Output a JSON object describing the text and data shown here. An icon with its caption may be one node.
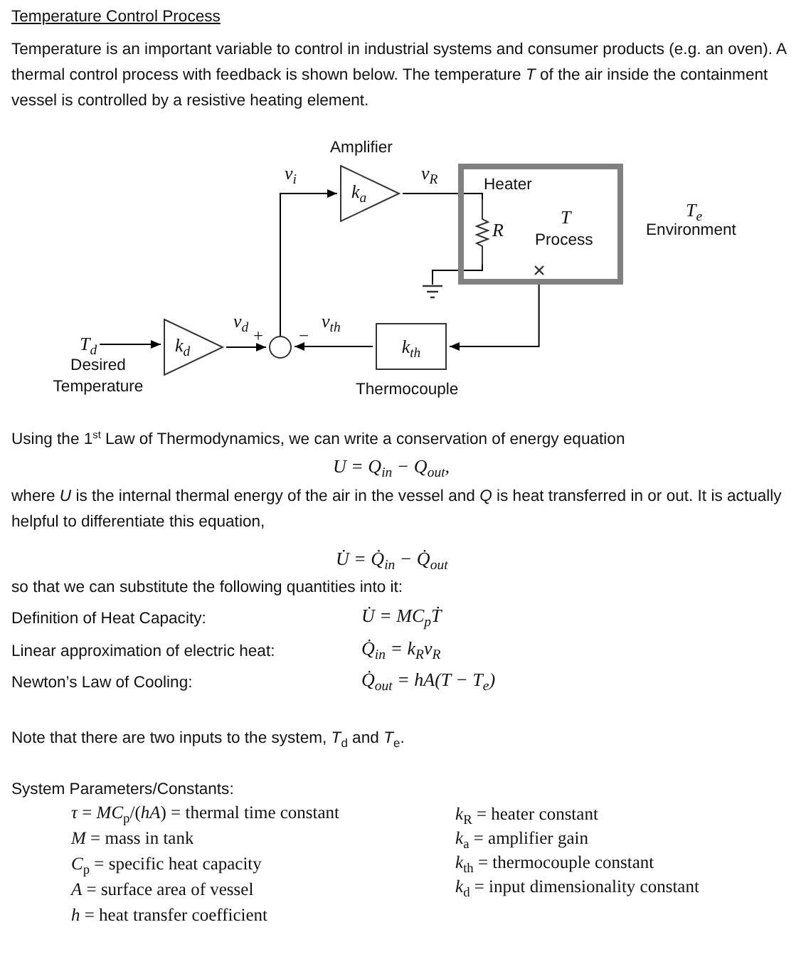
{
  "diagram": {
    "title": "Temperature Control Process",
    "nodes": [
      {
        "text": [
          "T$_{d}$",
          "Desired Temperature"
        ]
      },
      {
        "text": [
          "k$_{d}$"
        ]
      },
      {
        "text": [],
        "shape": "circle"
      },
      {
        "text": [
          "Amplifier",
          "k$_{a}$"
        ]
      },
      {
        "text": [
          "Heater",
          "T",
          "Process"
        ]
      },
      {
        "text": [
          "R"
        ],
        "in": 4
      },
      {
        "text": [],
        "shape": "ground"
      },
      {
        "text": [
          "k$_{th}$",
          "Thermocouple"
        ]
      }
    ],
    "edges": [
      {
        "from": 0,
        "to": 1,
        "arrow": "to"
      },
      {
        "from": 1,
        "to": 2,
        "arrow": "to",
        "label": "v$_{d}$"
      },
      {
        "from": 7,
        "to": 2,
        "arrow": "to",
        "label": "v$_{th}$"
      },
      {
        "from": 2,
        "to": 3,
        "arrow": "to",
        "label": "v$_{i}$"
      },
      {
        "from": 3,
        "to": 5,
        "arrow": "none",
        "label": "v$_{R}$"
      },
      {
        "from": 5,
        "to": 6,
        "arrow": "none"
      },
      {
        "from": 4,
        "to": 7,
        "arrow": "to"
      }
    ],
    "labels": [
      "Temperature is an important variable to control in industrial systems and consumer products (e.g. an oven).  A thermal control process with feedback is shown below.  The temperature *T* of the air inside the containment vessel is controlled by a resistive heating element.",
      "T$_{e}$",
      "Environment",
      "+",
      "−",
      "Using the 1$^{st}$ Law of Thermodynamics, we can write a conservation of energy equation",
      "U = Q$_{in}$ − Q$_{out}$,",
      "where *U* is the internal thermal energy of the air in the vessel and *Q* is heat transferred in or out.  It is actually helpful to differentiate this equation,",
      "U̇ = Q̇$_{in}$ − Q̇$_{out}$",
      "so that we can substitute the following quantities into it:",
      "Definition of Heat Capacity:",
      "U̇ = MC$_{p}$Ṫ",
      "Linear approximation of electric heat:",
      "Q̇$_{in}$ = k$_{R}$v$_{R}$",
      "Newton’s Law of Cooling:",
      "Q̇$_{out}$ = hA(T − T$_{e}$)",
      "Note that there are two inputs to the system, *T*$_{d}$ and *T*$_{e}$.",
      "System Parameters/Constants:",
      "*τ* = *MC*$_{p}$/(*hA*) = thermal time constant",
      "*k*$_{R}$ = heater constant",
      "*M* = mass in tank",
      "*k*$_{a}$ = amplifier gain",
      "*C*$_{p}$ = specific heat capacity",
      "*k*$_{th}$ = thermocouple constant",
      "*A* = surface area of vessel",
      "*k*$_{d}$ = input dimensionality constant",
      "*h* = heat transfer coefficient"
    ]
  }
}
